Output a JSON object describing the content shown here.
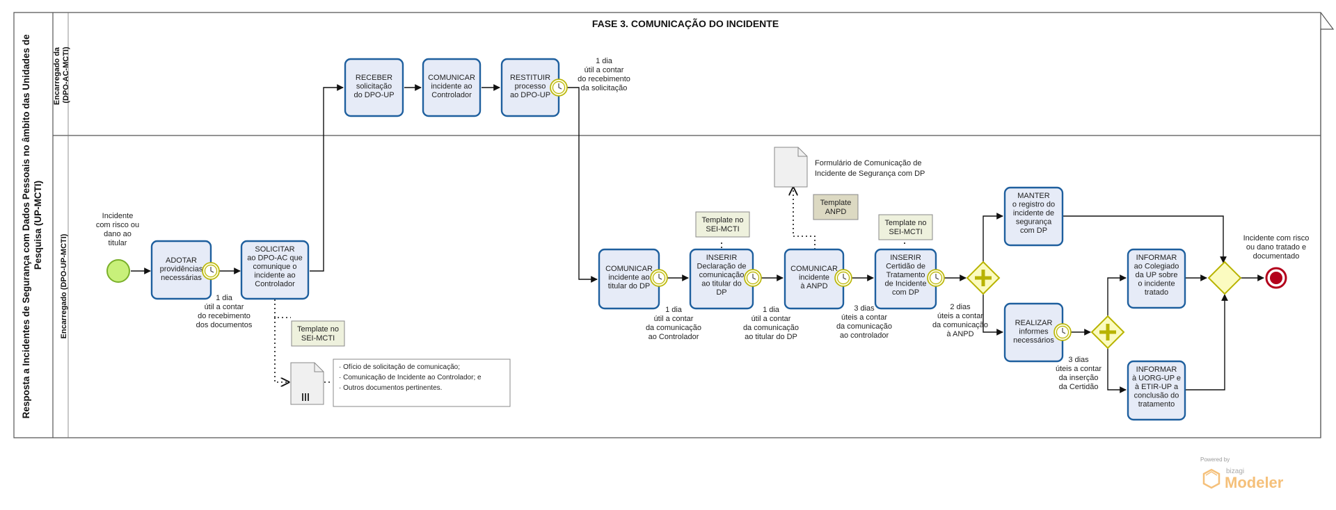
{
  "pool": {
    "title_line1": "Resposta a Incidentes de Segurança com Dados Pessoais no âmbito das Unidades de",
    "title_line2": "Pesquisa (UP-MCTI)",
    "phase_title": "FASE 3. COMUNICAÇÃO DO INCIDENTE"
  },
  "lanes": {
    "top_line1": "Encarregado da",
    "top_line2": "(DPO-AC-MCTI)",
    "bottom": "Encarregado (DPO-UP-MCTI)"
  },
  "start_event": {
    "label": [
      "Incidente",
      "com risco ou",
      "dano ao",
      "titular"
    ]
  },
  "end_event": {
    "label": [
      "Incidente com risco",
      "ou dano tratado e",
      "documentado"
    ]
  },
  "tasks": {
    "adotar": [
      "ADOTAR",
      "providências",
      "necessárias"
    ],
    "solicitar": [
      "SOLICITAR",
      "ao DPO-AC que",
      "comunique o",
      "incidente ao",
      "Controlador"
    ],
    "receber": [
      "RECEBER",
      "solicitação",
      "do DPO-UP"
    ],
    "comunicar_controlador": [
      "COMUNICAR",
      "incidente ao",
      "Controlador"
    ],
    "restituir": [
      "RESTITUIR",
      "processo",
      "ao DPO-UP"
    ],
    "comunicar_titular": [
      "COMUNICAR",
      "incidente ao",
      "titular do DP"
    ],
    "inserir_declaracao": [
      "INSERIR",
      "Declaração de",
      "comunicação",
      "ao titular do",
      "DP"
    ],
    "comunicar_anpd": [
      "COMUNICAR",
      "incidente",
      "à ANPD"
    ],
    "inserir_certidao": [
      "INSERIR",
      "Certidão de",
      "Tratamento",
      "de Incidente",
      "com DP"
    ],
    "manter": [
      "MANTER",
      "o registro do",
      "incidente de",
      "segurança",
      "com DP"
    ],
    "realizar": [
      "REALIZAR",
      "informes",
      "necessários"
    ],
    "informar_colegiado": [
      "INFORMAR",
      "ao Colegiado",
      "da UP sobre",
      "o incidente",
      "tratado"
    ],
    "informar_uorg": [
      "INFORMAR",
      "à UORG-UP e",
      "à ETIR-UP a",
      "conclusão do",
      "tratamento"
    ]
  },
  "timers": {
    "adotar": [
      "1 dia",
      "útil a contar",
      "do recebimento",
      "dos documentos"
    ],
    "restituir": [
      "1 dia",
      "útil a contar",
      "do recebimento",
      "da solicitação"
    ],
    "comunicar_titular": [
      "1 dia",
      "útil a contar",
      "da comunicação",
      "ao Controlador"
    ],
    "inserir_declaracao": [
      "1 dia",
      "útil a contar",
      "da comunicação",
      "ao titular do DP"
    ],
    "comunicar_anpd": [
      "3 dias",
      "úteis a contar",
      "da comunicação",
      "ao controlador"
    ],
    "inserir_certidao": [
      "2 dias",
      "úteis a contar",
      "da comunicação",
      "à ANPD"
    ],
    "realizar": [
      "3 dias",
      "úteis a contar",
      "da inserção",
      "da Certidão"
    ]
  },
  "templates": {
    "solicitar": [
      "Template no",
      "SEI-MCTI"
    ],
    "inserir_declaracao": [
      "Template no",
      "SEI-MCTI"
    ],
    "anpd": [
      "Template",
      "ANPD"
    ],
    "inserir_certidao": [
      "Template no",
      "SEI-MCTI"
    ]
  },
  "artifacts": {
    "formulario": [
      "Formulário de Comunicação de",
      "Incidente de Segurança com DP"
    ],
    "documents_list": [
      "· Ofício de solicitação de comunicação;",
      "· Comunicação de Incidente ao Controlador; e",
      "· Outros documentos pertinentes."
    ]
  },
  "watermark": {
    "powered_by": "Powered by",
    "brand_small": "bizagi",
    "brand": "Modeler"
  },
  "colors": {
    "task_fill": "#e6ebf7",
    "task_border": "#1e5f9e",
    "start_fill": "#c8f07a",
    "start_border": "#7ab02a",
    "end_border": "#b3001b",
    "gateway_fill": "#fbfbc0",
    "gateway_border": "#b8b300",
    "watermark": "#f5c07a"
  }
}
